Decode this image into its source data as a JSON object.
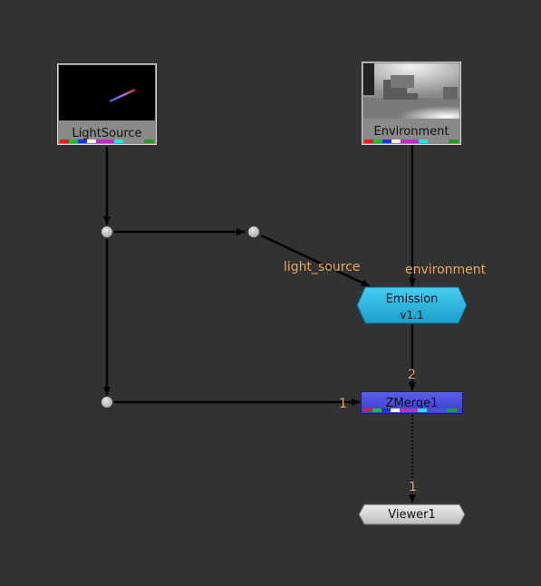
{
  "nodes": {
    "light_source": {
      "label": "LightSource"
    },
    "environment": {
      "label": "Environment"
    },
    "emission": {
      "label": "Emission",
      "version": "v1.1"
    },
    "zmerge": {
      "label": "ZMerge1"
    },
    "viewer": {
      "label": "Viewer1"
    }
  },
  "edge_labels": {
    "light_source": "light_source",
    "environment": "environment",
    "zmerge_input_2": "2",
    "zmerge_input_1": "1",
    "viewer_input_1": "1"
  },
  "colors": {
    "background": "#323232",
    "edge": "#050505",
    "edge_label": "#e9a860",
    "emission_node": "#2bb8e0",
    "zmerge_node": "#4a4fe0",
    "viewer_node": "#d6d6d6",
    "channel_bar": [
      "#e02020",
      "#20c020",
      "#2030e0",
      "#f0f0f0",
      "#c030c0",
      "#c030c0",
      "#30e0e0",
      "#8a8a8a",
      "#20a020"
    ]
  }
}
